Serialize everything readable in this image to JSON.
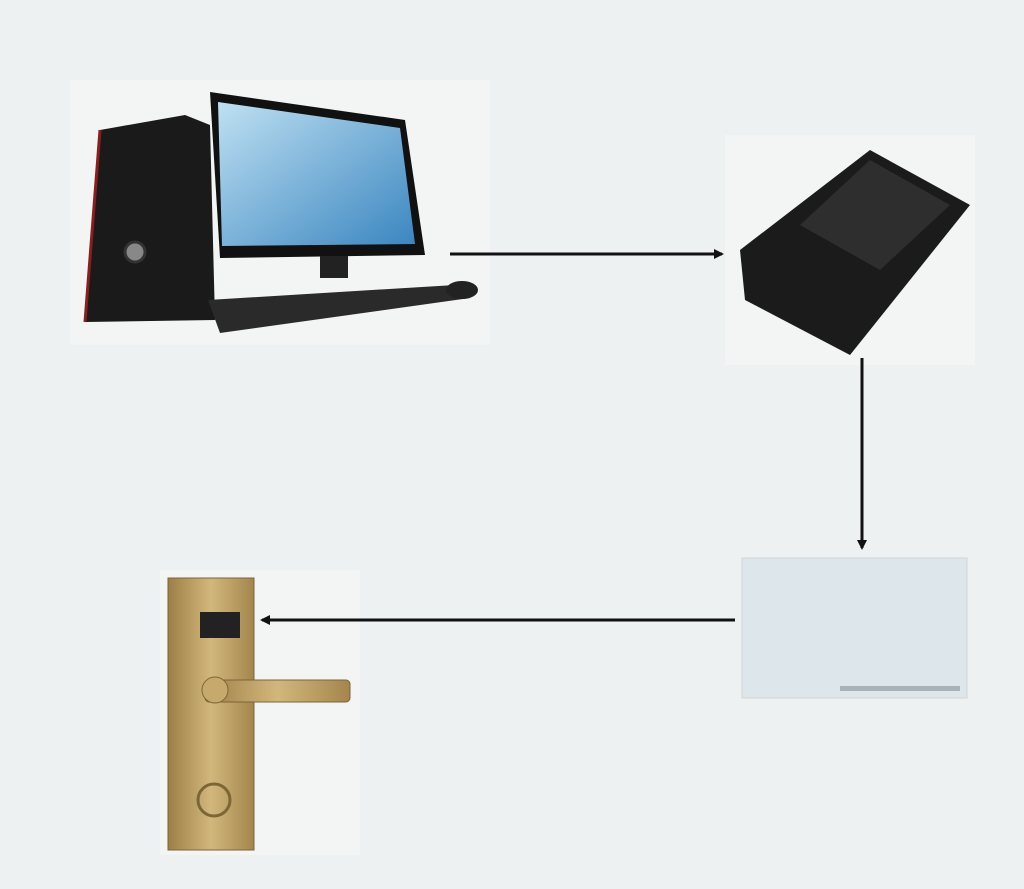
{
  "diagram": {
    "nodes": [
      {
        "id": "computer",
        "icon": "desktop-computer-icon"
      },
      {
        "id": "card-reader",
        "icon": "card-reader-icon"
      },
      {
        "id": "rfid-card",
        "icon": "rfid-card-icon"
      },
      {
        "id": "door-lock",
        "icon": "door-lock-icon"
      }
    ],
    "edges": [
      {
        "from": "computer",
        "to": "card-reader"
      },
      {
        "from": "card-reader",
        "to": "rfid-card"
      },
      {
        "from": "rfid-card",
        "to": "door-lock"
      }
    ],
    "colors": {
      "background": "#eef1f2",
      "arrow": "#111111",
      "lock": "#b89a5e"
    }
  }
}
